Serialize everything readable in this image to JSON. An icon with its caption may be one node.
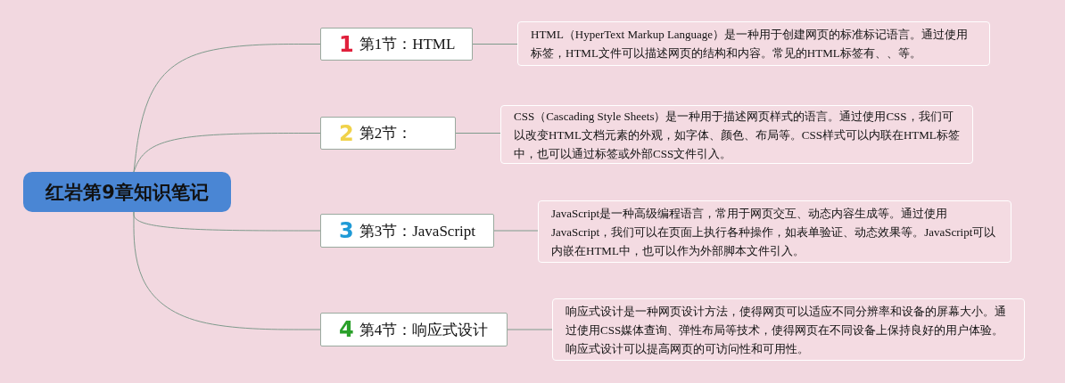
{
  "diagram": {
    "nodes": [
      {
        "text": [
          "红岩第9章知识笔记"
        ]
      },
      {
        "text": [
          "1",
          "第1节：HTML"
        ]
      },
      {
        "text": [
          "HTML（HyperText Markup Language）是一种用于创建网页的标准标记语言。通过使用标签，HTML文件可以描述网页的结构和内容。常见的HTML标签有、、等。"
        ]
      },
      {
        "text": [
          "2",
          "第2节："
        ]
      },
      {
        "text": [
          "CSS（Cascading Style Sheets）是一种用于描述网页样式的语言。通过使用CSS，我们可以改变HTML文档元素的外观，如字体、颜色、布局等。CSS样式可以内联在HTML标签中，也可以通过标签或外部CSS文件引入。"
        ]
      },
      {
        "text": [
          "3",
          "第3节：JavaScript"
        ]
      },
      {
        "text": [
          "JavaScript是一种高级编程语言，常用于网页交互、动态内容生成等。通过使用JavaScript，我们可以在页面上执行各种操作，如表单验证、动态效果等。JavaScript可以内嵌在HTML中，也可以作为外部脚本文件引入。"
        ]
      },
      {
        "text": [
          "4",
          "第4节：响应式设计"
        ]
      },
      {
        "text": [
          "响应式设计是一种网页设计方法，使得网页可以适应不同分辨率和设备的屏幕大小。通过使用CSS媒体查询、弹性布局等技术，使得网页在不同设备上保持良好的用户体验。响应式设计可以提高网页的可访问性和可用性。"
        ]
      }
    ],
    "edges": [
      {
        "from": 0,
        "to": 1,
        "arrow": "none"
      },
      {
        "from": 1,
        "to": 2,
        "arrow": "none"
      },
      {
        "from": 0,
        "to": 3,
        "arrow": "none"
      },
      {
        "from": 3,
        "to": 4,
        "arrow": "none"
      },
      {
        "from": 0,
        "to": 5,
        "arrow": "none"
      },
      {
        "from": 5,
        "to": 6,
        "arrow": "none"
      },
      {
        "from": 0,
        "to": 7,
        "arrow": "none"
      },
      {
        "from": 7,
        "to": 8,
        "arrow": "none"
      }
    ]
  }
}
